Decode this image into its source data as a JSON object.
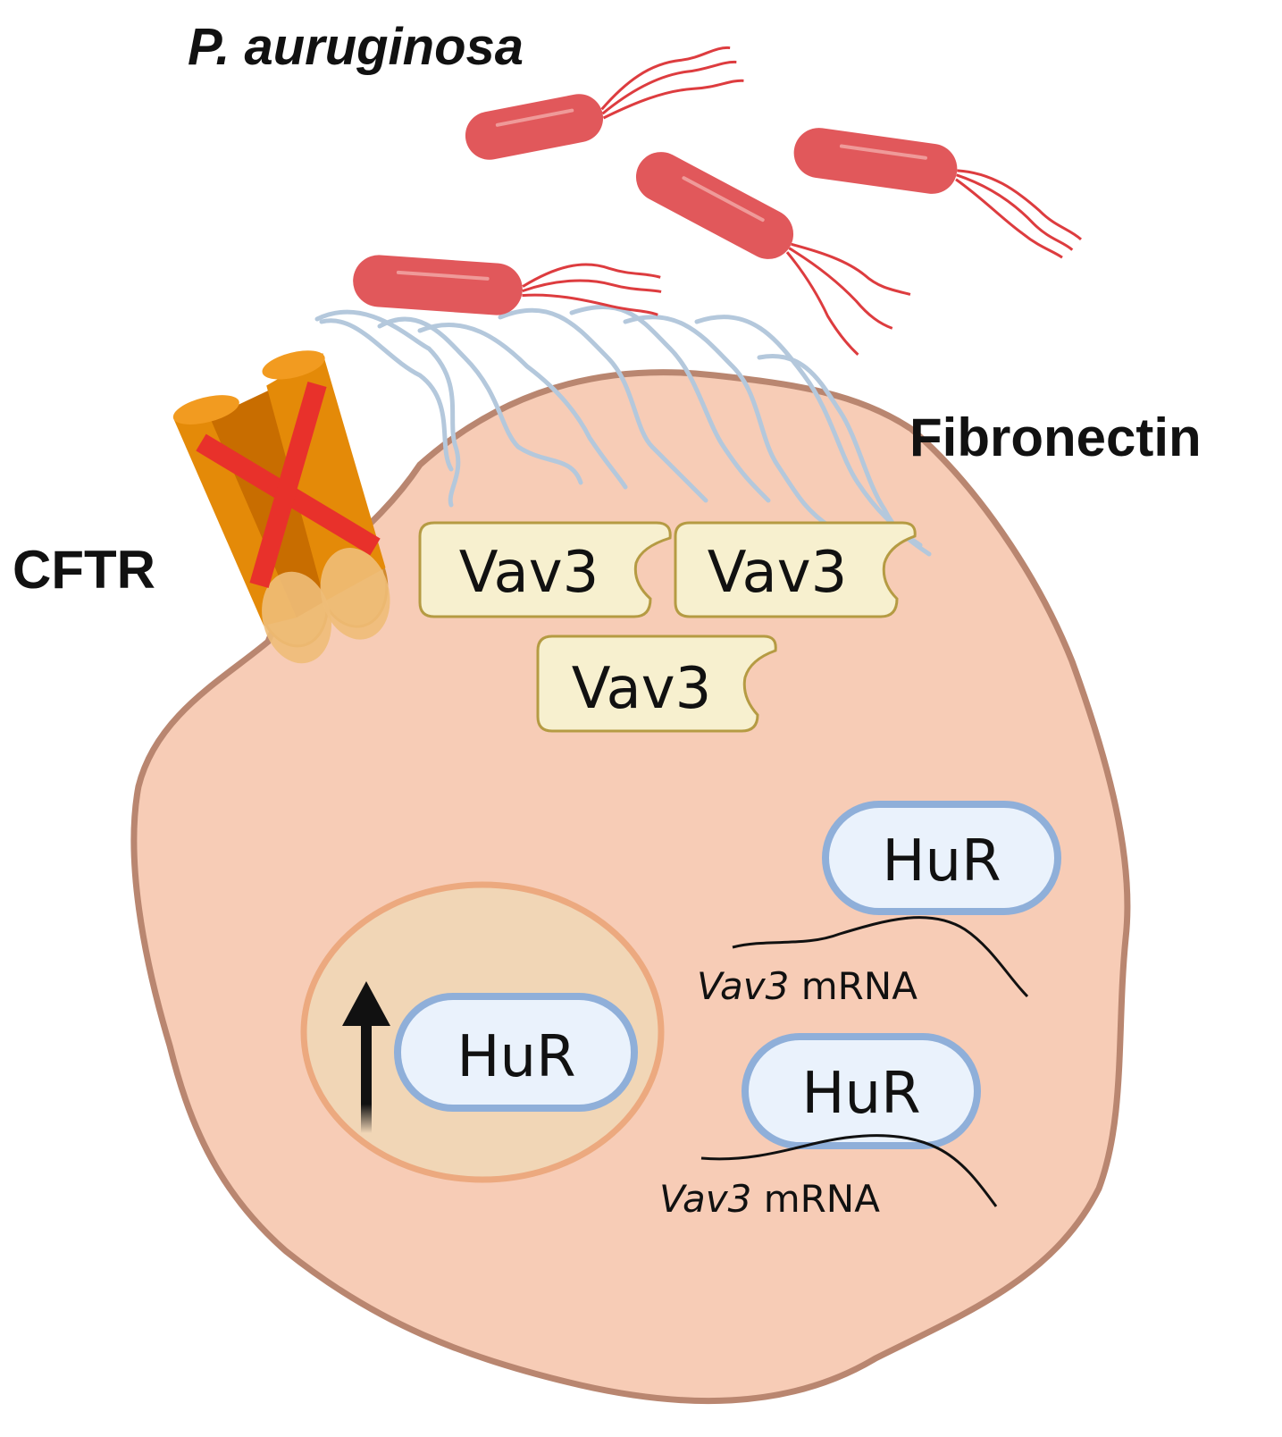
{
  "labels": {
    "organism": "P. auruginosa",
    "receptor": "CFTR",
    "matrix": "Fibronectin",
    "protein": "Vav3",
    "rbp": "HuR",
    "mrna_gene": "Vav3",
    "mrna_suffix": " mRNA"
  },
  "colors": {
    "cell_fill": "#f7ccb6",
    "cell_border": "#b98670",
    "nucleus_fill": "#f1d6b6",
    "nucleus_border": "#eca97f",
    "bacteria": "#e1585b",
    "flagella": "#dd3c3f",
    "fibronectin": "#b4c8dc",
    "vav3_fill": "#f7f0cf",
    "vav3_border": "#b59b43",
    "hur_fill": "#eaf2fc",
    "hur_border": "#8fafd9",
    "cftr_orange": "#e48a08",
    "cross_red": "#e8312b"
  },
  "icons": [
    "cftr-channel-icon",
    "cross-mark-icon",
    "bacterium-icon",
    "up-arrow-icon"
  ]
}
